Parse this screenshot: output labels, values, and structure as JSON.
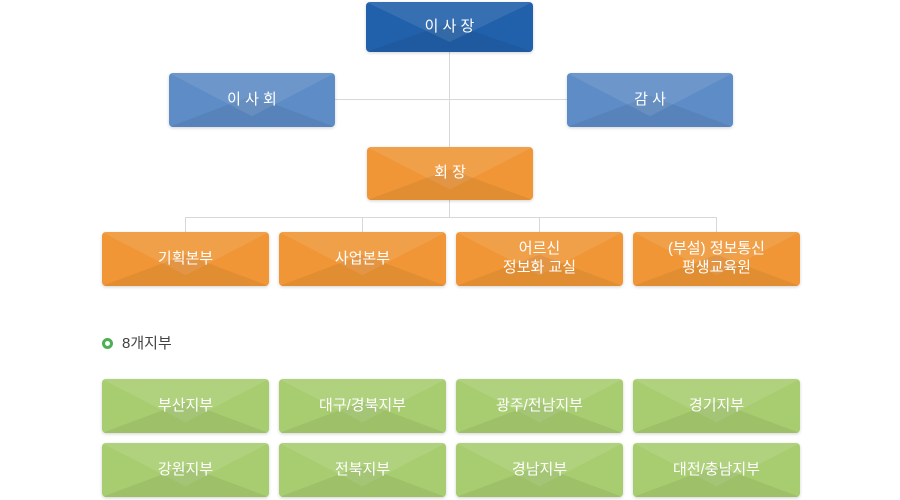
{
  "org_chart": {
    "top": {
      "label": "이 사 장"
    },
    "second_row": {
      "board": {
        "label": "이 사 회"
      },
      "auditor": {
        "label": "감 사"
      }
    },
    "president": {
      "label": "회 장"
    },
    "departments": [
      {
        "label": "기획본부"
      },
      {
        "label": "사업본부"
      },
      {
        "label": "어르신\n정보화 교실"
      },
      {
        "label": "(부설) 정보통신\n평생교육원"
      }
    ],
    "branch_section": {
      "title": "8개지부",
      "branches": [
        {
          "label": "부산지부"
        },
        {
          "label": "대구/경북지부"
        },
        {
          "label": "광주/전남지부"
        },
        {
          "label": "경기지부"
        },
        {
          "label": "강원지부"
        },
        {
          "label": "전북지부"
        },
        {
          "label": "경남지부"
        },
        {
          "label": "대전/충남지부"
        }
      ]
    },
    "colors": {
      "top_box": "#2160aa",
      "secondary_box": "#5d8cc6",
      "accent_box": "#f09636",
      "branch_box": "#a8cd70",
      "bullet": "#4faf54",
      "connector": "#d8d8d8",
      "section_title_text": "#444444"
    }
  }
}
